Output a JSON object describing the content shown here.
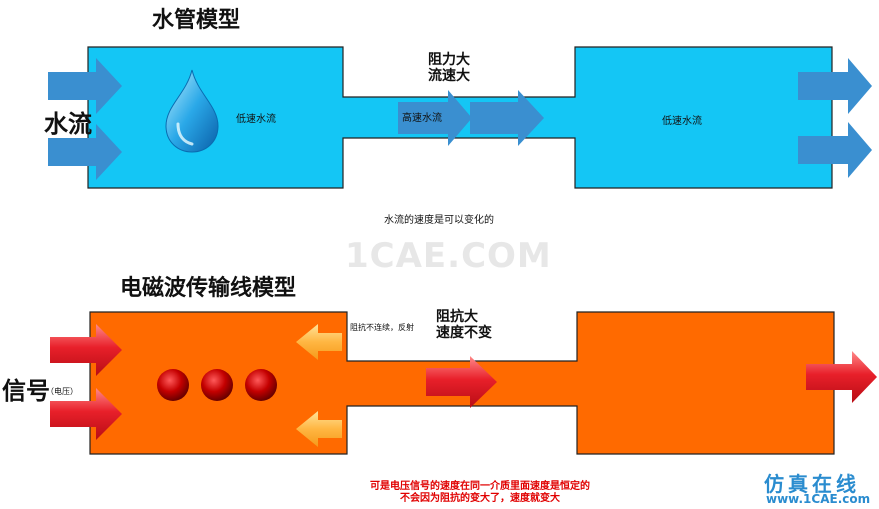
{
  "water": {
    "title": "水管模型",
    "flow_label": "水流",
    "low_speed_left": "低速水流",
    "resistance_label": "阻力大",
    "speed_label": "流速大",
    "high_speed": "高速水流",
    "low_speed_right": "低速水流",
    "note": "水流的速度是可以变化的"
  },
  "watermark": "1CAE.COM",
  "em": {
    "title": "电磁波传输线模型",
    "signal_label": "信号",
    "signal_sub": "（电压）",
    "reflect_note": "阻抗不连续，反射",
    "impedance_label": "阻抗大",
    "speed_label": "速度不变",
    "note_line1": "可是电压信号的速度在同一介质里面速度是恒定的",
    "note_line2": "不会因为阻抗的变大了，速度就变大"
  },
  "brand": {
    "line1": "仿真在线",
    "line2": "www.1CAE.com"
  },
  "colors": {
    "water_fill": "#14c6f5",
    "water_arrow": "#3a8fd0",
    "em_fill": "#ff6a00",
    "em_arrow": "#e0202a",
    "reflect_arrow": "#ffb642"
  }
}
